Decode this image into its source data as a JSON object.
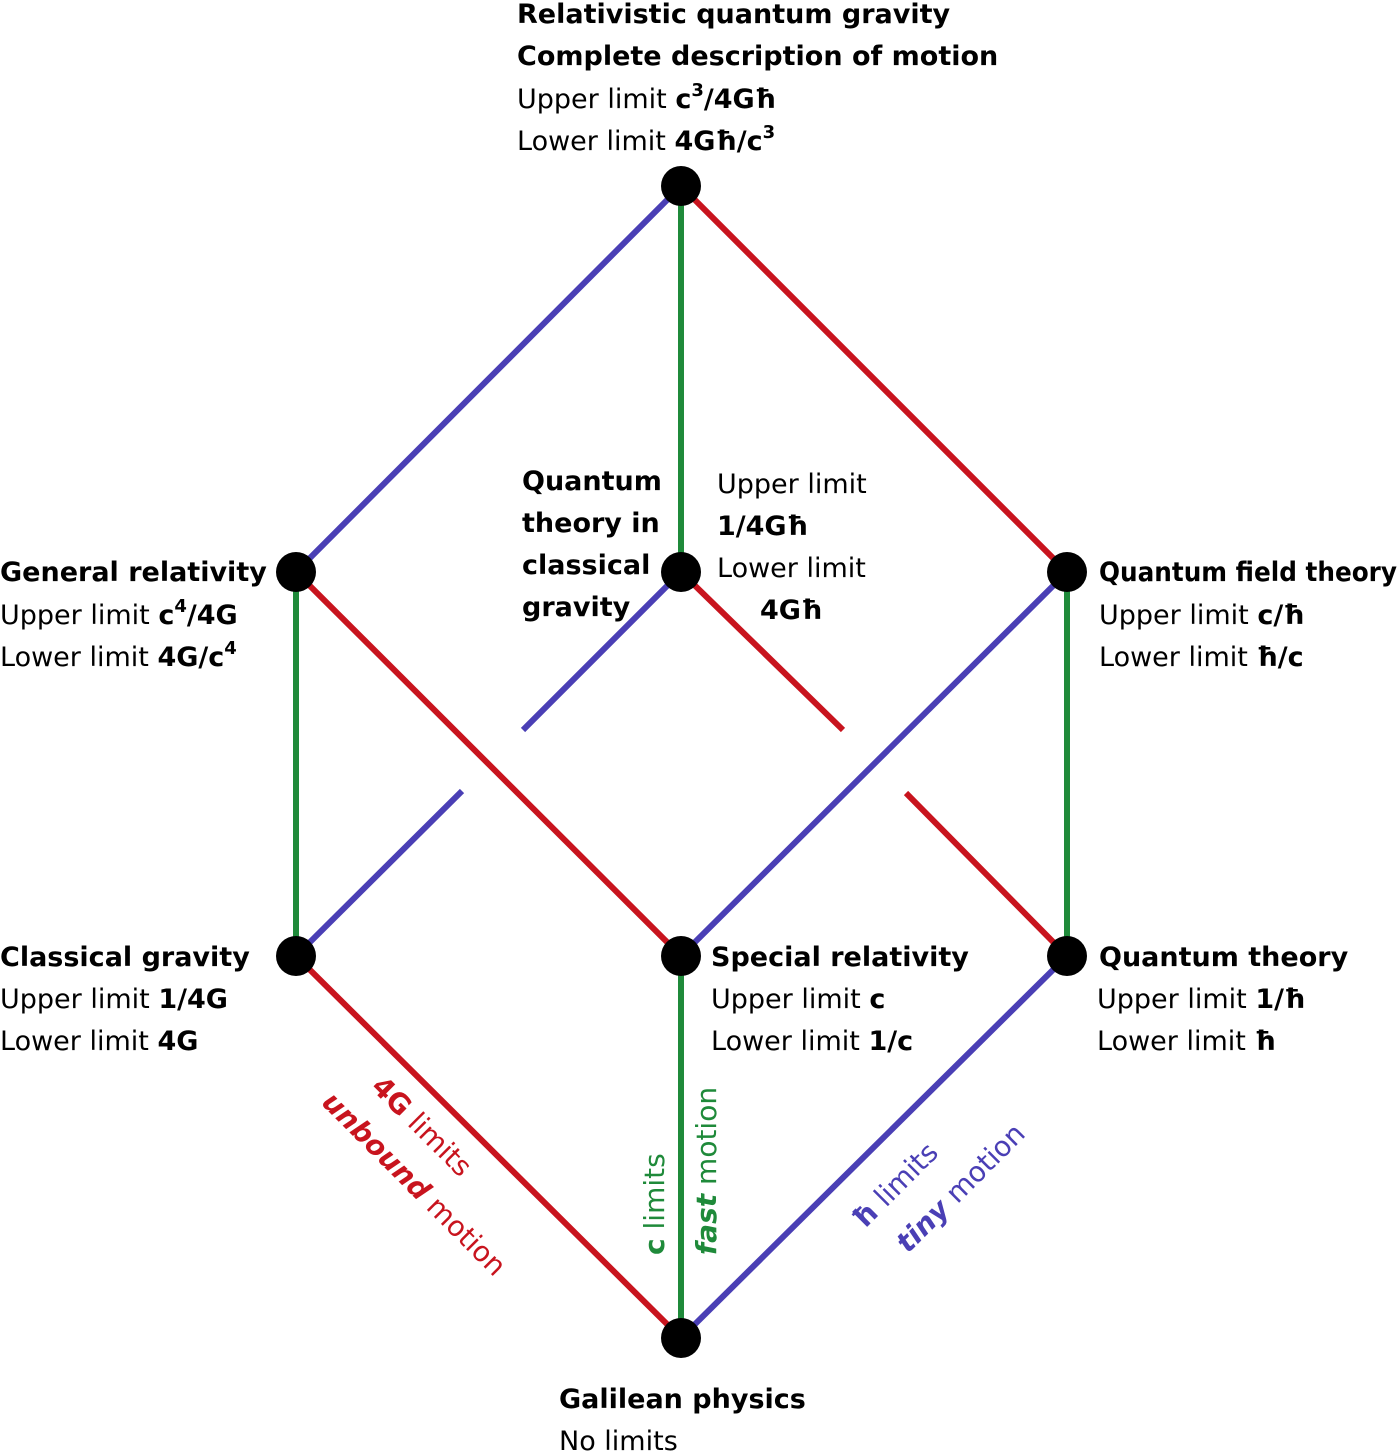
{
  "colors": {
    "red": "#c8141e",
    "blue": "#4a3fb5",
    "green": "#1f8a3a",
    "node": "#000000",
    "background": "#ffffff"
  },
  "nodes": {
    "top": {
      "title1": "Relativistic quantum gravity",
      "title2": "Complete description of motion",
      "upper_prefix": "Upper limit ",
      "upper_base": "c",
      "upper_sup": "3",
      "upper_tail": "/4Għ",
      "lower_prefix": "Lower limit ",
      "lower_base": "4Għ/c",
      "lower_sup": "3"
    },
    "general_relativity": {
      "title": "General relativity",
      "upper_prefix": "Upper limit ",
      "upper_base": "c",
      "upper_sup": "4",
      "upper_tail": "/4G",
      "lower_prefix": "Lower limit ",
      "lower_base": "4G/c",
      "lower_sup": "4"
    },
    "quantum_classical_gravity": {
      "title_lines": [
        "Quantum",
        "theory in",
        "classical",
        "gravity"
      ],
      "upper_prefix": "Upper limit",
      "upper_value": "1/4Għ",
      "lower_prefix": "Lower limit",
      "lower_value": "4Għ"
    },
    "quantum_field_theory": {
      "title": "Quantum field theory",
      "upper_prefix": "Upper limit ",
      "upper_value": "c/ħ",
      "lower_prefix": "Lower limit ",
      "lower_value": "ħ/c"
    },
    "classical_gravity": {
      "title": "Classical gravity",
      "upper_prefix": "Upper limit ",
      "upper_value": "1/4G",
      "lower_prefix": "Lower limit ",
      "lower_value": "4G"
    },
    "special_relativity": {
      "title": "Special relativity",
      "upper_prefix": "Upper limit ",
      "upper_value": "c",
      "lower_prefix": "Lower limit ",
      "lower_value": "1/c"
    },
    "quantum_theory": {
      "title": "Quantum theory",
      "upper_prefix": "Upper limit ",
      "upper_value": "1/ħ",
      "lower_prefix": "Lower limit ",
      "lower_value": "ħ"
    },
    "galilean": {
      "title": "Galilean physics",
      "subtitle": "No limits"
    }
  },
  "edge_labels": {
    "red": {
      "line1_bold": "4G",
      "line1_rest": "  limits",
      "line2_bold": "unbound",
      "line2_rest": " motion"
    },
    "green": {
      "line1_bold": "c",
      "line1_rest": " limits",
      "line2_bold": "fast",
      "line2_rest": "  motion"
    },
    "blue": {
      "line1_bold": "ħ",
      "line1_rest": " limits",
      "line2_bold": "tiny",
      "line2_rest": " motion"
    }
  }
}
